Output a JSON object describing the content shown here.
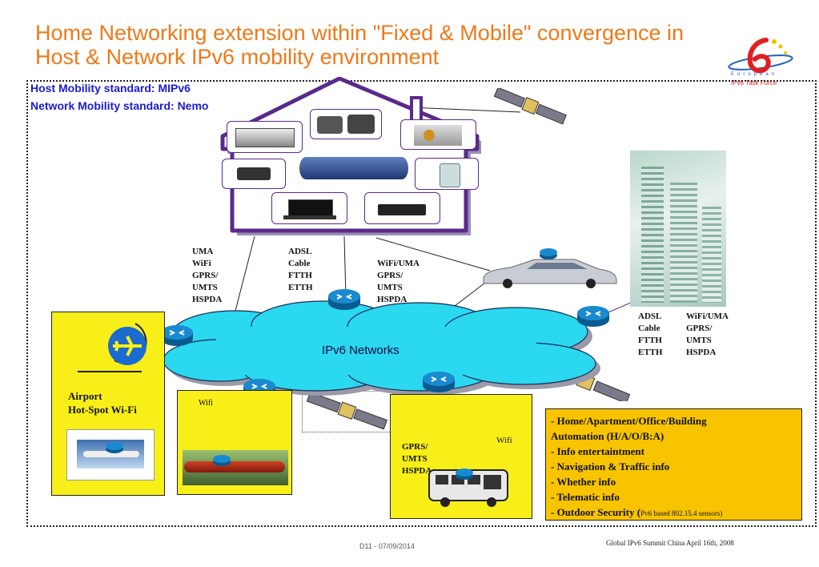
{
  "title": {
    "line1": "Home Networking extension within \"Fixed & Mobile\" convergence in",
    "line2": "Host & Network IPv6 mobility environment"
  },
  "standards": {
    "host": "Host Mobility standard: MIPv6",
    "network": "Network Mobility standard: Nemo"
  },
  "logo": {
    "text1": "European",
    "text2": "IPv6 Task Force"
  },
  "cloud_label": "IPv6 Networks",
  "access_home_mobile": [
    "UMA",
    "WiFi",
    "GPRS/",
    "UMTS",
    "HSPDA"
  ],
  "access_home_fixed": [
    "ADSL",
    "Cable",
    "FTTH",
    "ETTH"
  ],
  "access_car": [
    "WiFi/UMA",
    "GPRS/",
    "UMTS",
    "HSPDA"
  ],
  "access_building_fixed": [
    "ADSL",
    "Cable",
    "FTTH",
    "ETTH"
  ],
  "access_building_mobile": [
    "WiFi/UMA",
    "GPRS/",
    "UMTS",
    "HSPDA"
  ],
  "airport": {
    "line1": "Airport",
    "line2": "Hot-Spot Wi-Fi"
  },
  "train_wifi": "Wifi",
  "bus": {
    "access": [
      "GPRS/",
      "UMTS",
      "HSPDA"
    ],
    "wifi": "Wifi"
  },
  "services": [
    "- Home/Apartment/Office/Building",
    "Automation (H/A/O/B:A)",
    "- Info entertaintment",
    "- Navigation & Traffic info",
    "- Whether info",
    "- Telematic info",
    "- Outdoor Security ("
  ],
  "services_small": "Pv6 based 802.15.4 sensors)",
  "footer": {
    "left": "D11 - 07/09/2014",
    "right": "Global IPv6 Summit China April 16th, 2008"
  },
  "colors": {
    "title": "#f07818",
    "standards": "#1a1ad0",
    "cloud": "#2ad8f0",
    "yellow": "#f8ef18",
    "services_bg": "#f8c400",
    "house": "#5a2a8a"
  }
}
